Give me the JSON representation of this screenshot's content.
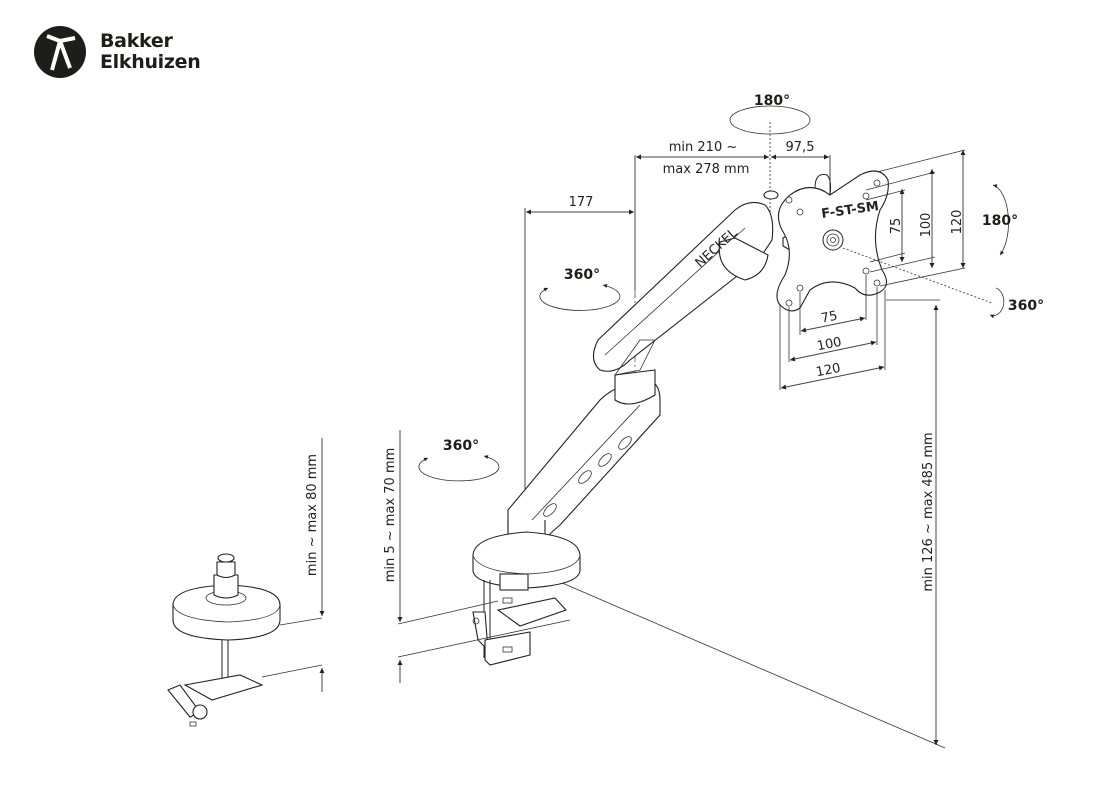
{
  "brand": {
    "name_line1": "Bakker",
    "name_line2": "Elkhuizen",
    "logo_icon": "circle-figure-logo",
    "color": "#1d1d1b"
  },
  "rotations": {
    "top_tilt": "180°",
    "side_tilt": "180°",
    "vesa_rotation": "360°",
    "upper_arm_swivel": "360°",
    "lower_arm_swivel": "360°"
  },
  "dimensions": {
    "arm_reach_line1": "min 210 ~",
    "arm_reach_line2": "max 278 mm",
    "vesa_offset": "97,5",
    "base_offset": "177",
    "vesa_vertical": [
      "75",
      "100",
      "120"
    ],
    "vesa_horizontal": [
      "75",
      "100",
      "120"
    ],
    "height_range": "min 126 ~ max 485 mm",
    "clamp_thickness": "min 5 ~ max 70 mm",
    "grommet_thickness": "min ~ max 80 mm"
  },
  "product_marking": "F-ST-SM"
}
